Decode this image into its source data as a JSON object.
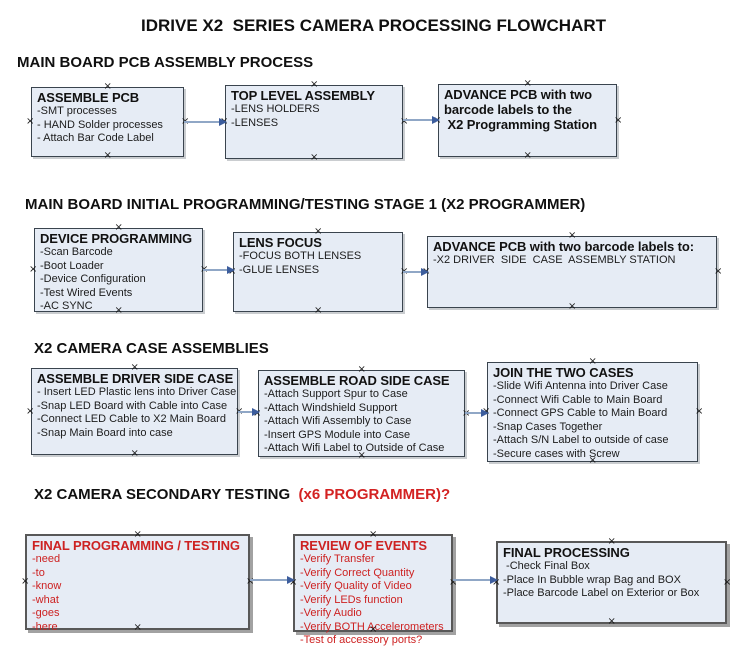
{
  "title": "IDRIVE X2  SERIES CAMERA PROCESSING FLOWCHART",
  "colors": {
    "box_fill": "#e6ecf5",
    "box_border": "#3a444e",
    "heavy_box_border": "#585858",
    "arrow_line": "#90a7c6",
    "arrow_head": "#3c5d9d",
    "red_text": "#cd2222",
    "black_text": "#101010"
  },
  "sections": [
    {
      "heading": "MAIN BOARD PCB ASSEMBLY PROCESS",
      "boxes": [
        {
          "title": "ASSEMBLE PCB",
          "items": [
            "-SMT processes",
            "- HAND Solder processes",
            "- Attach Bar Code Label"
          ]
        },
        {
          "title": "TOP LEVEL ASSEMBLY",
          "items": [
            "-LENS HOLDERS",
            "-LENSES"
          ]
        },
        {
          "title": "ADVANCE PCB with two\nbarcode labels to the\n X2 Programming Station",
          "items": []
        }
      ]
    },
    {
      "heading": "MAIN BOARD INITIAL PROGRAMMING/TESTING STAGE 1 (X2 PROGRAMMER)",
      "boxes": [
        {
          "title": "DEVICE PROGRAMMING",
          "items": [
            "-Scan Barcode",
            "-Boot Loader",
            "-Device Configuration",
            "-Test Wired Events",
            "-AC SYNC"
          ]
        },
        {
          "title": "LENS FOCUS",
          "items": [
            "-FOCUS BOTH LENSES",
            "-GLUE LENSES"
          ]
        },
        {
          "title": "ADVANCE PCB with two barcode labels to:",
          "items": [
            "-X2 DRIVER  SIDE  CASE  ASSEMBLY STATION"
          ]
        }
      ]
    },
    {
      "heading": "X2 CAMERA CASE ASSEMBLIES",
      "boxes": [
        {
          "title": "ASSEMBLE DRIVER SIDE CASE",
          "items": [
            "- Insert LED Plastic lens into Driver Case",
            "-Snap LED Board with Cable into Case",
            "-Connect LED Cable to X2 Main Board",
            "-Snap Main Board into case"
          ]
        },
        {
          "title": "ASSEMBLE ROAD SIDE CASE",
          "items": [
            "-Attach Support Spur to Case",
            "-Attach Windshield Support",
            "-Attach Wifi Assembly to Case",
            "-Insert GPS Module into Case",
            "-Attach Wifi Label to Outside of Case"
          ]
        },
        {
          "title": "JOIN THE TWO CASES",
          "items": [
            "-Slide Wifi Antenna into Driver Case",
            "-Connect Wifi Cable to Main Board",
            "-Connect GPS Cable to Main Board",
            "-Snap Cases Together",
            "-Attach S/N Label to outside of case",
            "-Secure cases with Screw"
          ]
        }
      ]
    },
    {
      "heading": "X2 CAMERA SECONDARY TESTING  ",
      "heading_red": "(x6 PROGRAMMER)?",
      "boxes": [
        {
          "title": "FINAL PROGRAMMING / TESTING",
          "text_color": "red",
          "items": [
            "-need",
            "-to",
            "-know",
            "-what",
            "-goes",
            "-here"
          ]
        },
        {
          "title": "REVIEW OF EVENTS",
          "text_color": "red",
          "items": [
            "-Verify Transfer",
            "-Verify Correct Quantity",
            "-Verify Quality of Video",
            "-Verify LEDs function",
            "-Verify Audio",
            "-Verify BOTH Accelerometers",
            "-Test of accessory ports?"
          ]
        },
        {
          "title": "FINAL PROCESSING",
          "text_color": "black",
          "items": [
            " -Check Final Box",
            "-Place In Bubble wrap Bag and BOX",
            "-Place Barcode Label on Exterior or Box"
          ]
        }
      ]
    }
  ],
  "connections": [
    {
      "from": "ASSEMBLE PCB",
      "to": "TOP LEVEL ASSEMBLY"
    },
    {
      "from": "TOP LEVEL ASSEMBLY",
      "to": "ADVANCE PCB with two barcode labels to the X2 Programming Station"
    },
    {
      "from": "DEVICE PROGRAMMING",
      "to": "LENS FOCUS"
    },
    {
      "from": "LENS FOCUS",
      "to": "ADVANCE PCB with two barcode labels to:"
    },
    {
      "from": "ASSEMBLE DRIVER SIDE CASE",
      "to": "ASSEMBLE ROAD SIDE CASE"
    },
    {
      "from": "ASSEMBLE ROAD SIDE CASE",
      "to": "JOIN THE TWO CASES"
    },
    {
      "from": "FINAL PROGRAMMING / TESTING",
      "to": "REVIEW OF EVENTS"
    },
    {
      "from": "REVIEW OF EVENTS",
      "to": "FINAL PROCESSING"
    }
  ]
}
